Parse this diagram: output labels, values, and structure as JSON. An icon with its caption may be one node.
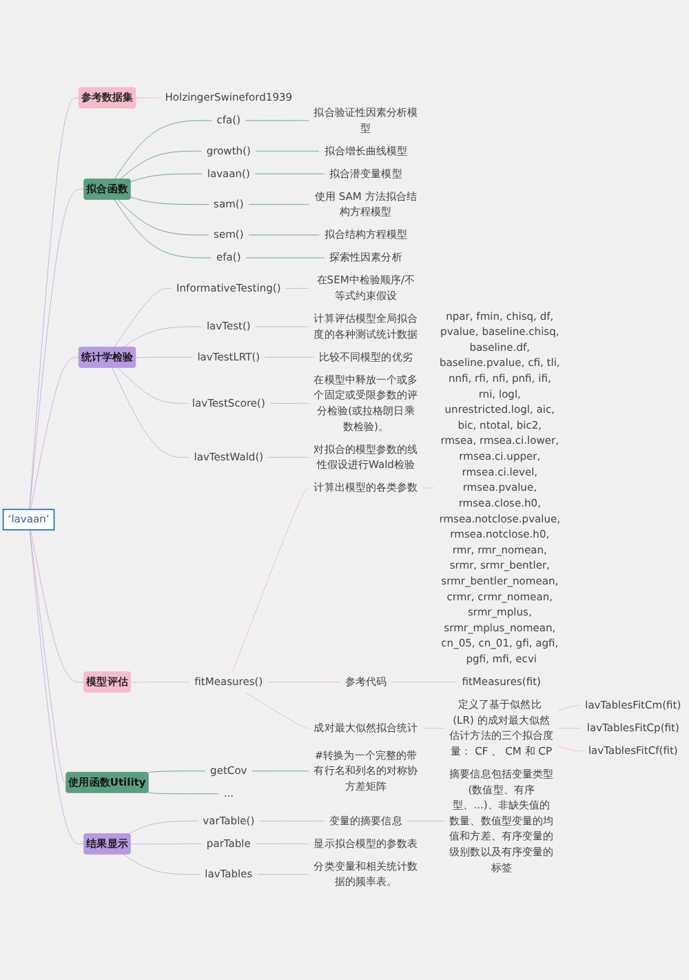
{
  "diagram": {
    "nodes": [
      {
        "text": [
          "‘lavaan’"
        ]
      },
      {
        "text": [
          "参考数据集"
        ]
      },
      {
        "text": [
          "HolzingerSwineford1939"
        ]
      },
      {
        "text": [
          "拟合函数"
        ]
      },
      {
        "text": [
          "cfa()"
        ]
      },
      {
        "text": [
          "拟合验证性因素分析模型"
        ]
      },
      {
        "text": [
          "growth()"
        ]
      },
      {
        "text": [
          "拟合增长曲线模型"
        ]
      },
      {
        "text": [
          "lavaan()"
        ]
      },
      {
        "text": [
          "拟合潜变量模型"
        ]
      },
      {
        "text": [
          "sam()"
        ]
      },
      {
        "text": [
          "使用 SAM 方法拟合结构方程模型"
        ]
      },
      {
        "text": [
          "sem()"
        ]
      },
      {
        "text": [
          "拟合结构方程模型"
        ]
      },
      {
        "text": [
          "efa()"
        ]
      },
      {
        "text": [
          "探索性因素分析"
        ]
      },
      {
        "text": [
          "统计学检验"
        ]
      },
      {
        "text": [
          "InformativeTesting()"
        ]
      },
      {
        "text": [
          "在SEM中检验顺序/不等式约束假设"
        ]
      },
      {
        "text": [
          "lavTest()"
        ]
      },
      {
        "text": [
          "计算评估模型全局拟合度的各种测试统计数据"
        ]
      },
      {
        "text": [
          "lavTestLRT()"
        ]
      },
      {
        "text": [
          "比较不同模型的优劣"
        ]
      },
      {
        "text": [
          "lavTestScore()"
        ]
      },
      {
        "text": [
          "在模型中释放一个或多个固定或受限参数的评分检验(或拉格朗日乘数检验)。"
        ]
      },
      {
        "text": [
          "lavTestWald()"
        ]
      },
      {
        "text": [
          "对拟合的模型参数的线性假设进行Wald检验"
        ]
      },
      {
        "text": [
          "模型评估"
        ]
      },
      {
        "text": [
          "fitMeasures()"
        ]
      },
      {
        "text": [
          "计算出模型的各类参数"
        ]
      },
      {
        "text": [
          "npar, fmin, chisq, df, pvalue, baseline.chisq, baseline.df, baseline.pvalue, cfi, tli, nnfi, rfi, nfi, pnfi, ifi, rni, logl, unrestricted.logl, aic, bic, ntotal, bic2, rmsea, rmsea.ci.lower, rmsea.ci.upper, rmsea.ci.level, rmsea.pvalue, rmsea.close.h0, rmsea.notclose.pvalue, rmsea.notclose.h0, rmr, rmr_nomean, srmr, srmr_bentler, srmr_bentler_nomean, crmr, crmr_nomean, srmr_mplus, srmr_mplus_nomean, cn_05, cn_01, gfi, agfi, pgfi, mfi, ecvi"
        ]
      },
      {
        "text": [
          "参考代码"
        ]
      },
      {
        "text": [
          "fitMeasures(fit)"
        ]
      },
      {
        "text": [
          "成对最大似然拟合统计"
        ]
      },
      {
        "text": [
          "定义了基于似然比 (LR) 的成对最大似然估计方法的三个拟合度量： CF 、 CM 和 CP"
        ]
      },
      {
        "text": [
          "lavTablesFitCm(fit)"
        ]
      },
      {
        "text": [
          "lavTablesFitCp(fit)"
        ]
      },
      {
        "text": [
          "lavTablesFitCf(fit)"
        ]
      },
      {
        "text": [
          "使用函数Utility"
        ]
      },
      {
        "text": [
          "getCov"
        ]
      },
      {
        "text": [
          "#转换为一个完整的带有行名和列名的对称协方差矩阵"
        ]
      },
      {
        "text": [
          "..."
        ]
      },
      {
        "text": [
          "结果显示"
        ]
      },
      {
        "text": [
          "varTable()"
        ]
      },
      {
        "text": [
          "变量的摘要信息"
        ]
      },
      {
        "text": [
          "摘要信息包括变量类型(数值型、有序型、...)、非缺失值的数量、数值型变量的均值和方差、有序变量的级别数以及有序变量的标签"
        ]
      },
      {
        "text": [
          "parTable"
        ]
      },
      {
        "text": [
          "显示拟合模型的参数表"
        ]
      },
      {
        "text": [
          "lavTables"
        ]
      },
      {
        "text": [
          "分类变量和相关统计数据的频率表。"
        ]
      }
    ],
    "edges": [
      {
        "from": 0,
        "to": 1,
        "arrow": "none",
        "color": "#c9a6e0"
      },
      {
        "from": 1,
        "to": 2,
        "arrow": "none",
        "color": "#f0b4c4"
      },
      {
        "from": 0,
        "to": 3,
        "arrow": "none",
        "color": "#c9a6e0"
      },
      {
        "from": 3,
        "to": 4,
        "arrow": "none",
        "color": "#5b9e80"
      },
      {
        "from": 4,
        "to": 5,
        "arrow": "none",
        "color": "#5b9e80"
      },
      {
        "from": 3,
        "to": 6,
        "arrow": "none",
        "color": "#5b9e80"
      },
      {
        "from": 6,
        "to": 7,
        "arrow": "none",
        "color": "#5b9e80"
      },
      {
        "from": 3,
        "to": 8,
        "arrow": "none",
        "color": "#5b9e80"
      },
      {
        "from": 8,
        "to": 9,
        "arrow": "none",
        "color": "#5b9e80"
      },
      {
        "from": 3,
        "to": 10,
        "arrow": "none",
        "color": "#5b9e80"
      },
      {
        "from": 10,
        "to": 11,
        "arrow": "none",
        "color": "#5b9e80"
      },
      {
        "from": 3,
        "to": 12,
        "arrow": "none",
        "color": "#5b9e80"
      },
      {
        "from": 12,
        "to": 13,
        "arrow": "none",
        "color": "#5b9e80"
      },
      {
        "from": 3,
        "to": 14,
        "arrow": "none",
        "color": "#5b9e80"
      },
      {
        "from": 14,
        "to": 15,
        "arrow": "none",
        "color": "#5b9e80"
      },
      {
        "from": 0,
        "to": 16,
        "arrow": "none",
        "color": "#c9a6e0"
      },
      {
        "from": 16,
        "to": 17,
        "arrow": "none",
        "color": "#c9a6e0"
      },
      {
        "from": 17,
        "to": 18,
        "arrow": "none",
        "color": "#c9a6e0"
      },
      {
        "from": 16,
        "to": 19,
        "arrow": "none",
        "color": "#c9a6e0"
      },
      {
        "from": 19,
        "to": 20,
        "arrow": "none",
        "color": "#c9a6e0"
      },
      {
        "from": 16,
        "to": 21,
        "arrow": "none",
        "color": "#c9a6e0"
      },
      {
        "from": 21,
        "to": 22,
        "arrow": "none",
        "color": "#c9a6e0"
      },
      {
        "from": 16,
        "to": 23,
        "arrow": "none",
        "color": "#c9a6e0"
      },
      {
        "from": 23,
        "to": 24,
        "arrow": "none",
        "color": "#c9a6e0"
      },
      {
        "from": 16,
        "to": 25,
        "arrow": "none",
        "color": "#c9a6e0"
      },
      {
        "from": 25,
        "to": 26,
        "arrow": "none",
        "color": "#c9a6e0"
      },
      {
        "from": 0,
        "to": 27,
        "arrow": "none",
        "color": "#c9a6e0"
      },
      {
        "from": 27,
        "to": 28,
        "arrow": "none",
        "color": "#f0b4c4"
      },
      {
        "from": 28,
        "to": 29,
        "arrow": "none",
        "color": "#f0b4c4"
      },
      {
        "from": 29,
        "to": 30,
        "arrow": "none",
        "color": "#f0b4c4"
      },
      {
        "from": 28,
        "to": 31,
        "arrow": "none",
        "color": "#f0b4c4"
      },
      {
        "from": 31,
        "to": 32,
        "arrow": "none",
        "color": "#f0b4c4"
      },
      {
        "from": 28,
        "to": 33,
        "arrow": "none",
        "color": "#f0b4c4"
      },
      {
        "from": 33,
        "to": 34,
        "arrow": "none",
        "color": "#f0b4c4"
      },
      {
        "from": 34,
        "to": 35,
        "arrow": "none",
        "color": "#f0b4c4"
      },
      {
        "from": 34,
        "to": 36,
        "arrow": "none",
        "color": "#f0b4c4"
      },
      {
        "from": 34,
        "to": 37,
        "arrow": "none",
        "color": "#f0b4c4"
      },
      {
        "from": 0,
        "to": 38,
        "arrow": "none",
        "color": "#c9a6e0"
      },
      {
        "from": 38,
        "to": 39,
        "arrow": "none",
        "color": "#5b9e80"
      },
      {
        "from": 39,
        "to": 40,
        "arrow": "none",
        "color": "#5b9e80"
      },
      {
        "from": 38,
        "to": 41,
        "arrow": "none",
        "color": "#5b9e80"
      },
      {
        "from": 0,
        "to": 42,
        "arrow": "none",
        "color": "#c9a6e0"
      },
      {
        "from": 42,
        "to": 43,
        "arrow": "none",
        "color": "#c9a6e0"
      },
      {
        "from": 43,
        "to": 44,
        "arrow": "none",
        "color": "#c9a6e0"
      },
      {
        "from": 44,
        "to": 45,
        "arrow": "none",
        "color": "#c9a6e0"
      },
      {
        "from": 42,
        "to": 46,
        "arrow": "none",
        "color": "#c9a6e0"
      },
      {
        "from": 46,
        "to": 47,
        "arrow": "none",
        "color": "#c9a6e0"
      },
      {
        "from": 42,
        "to": 48,
        "arrow": "none",
        "color": "#c9a6e0"
      },
      {
        "from": 48,
        "to": 49,
        "arrow": "none",
        "color": "#c9a6e0"
      }
    ]
  }
}
